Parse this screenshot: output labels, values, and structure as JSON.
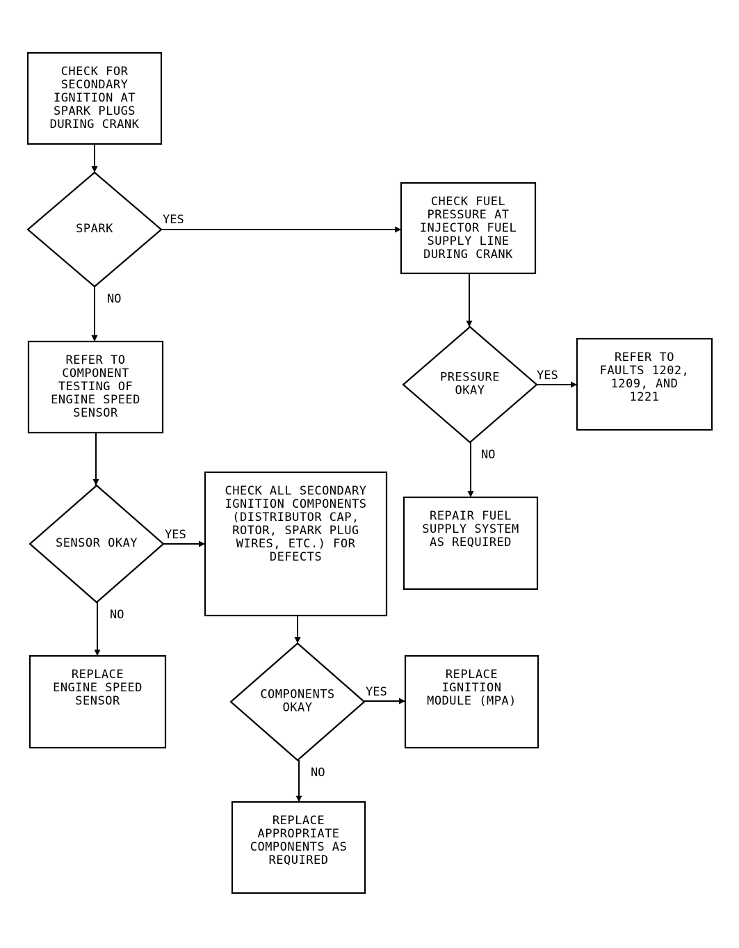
{
  "nodes": {
    "check_secondary": {
      "kind": "process",
      "lines": [
        "CHECK FOR",
        "SECONDARY",
        "IGNITION AT",
        "SPARK PLUGS",
        "DURING CRANK"
      ]
    },
    "spark": {
      "kind": "decision",
      "lines": [
        "SPARK"
      ]
    },
    "check_fuel": {
      "kind": "process",
      "lines": [
        "CHECK FUEL",
        "PRESSURE AT",
        "INJECTOR FUEL",
        "SUPPLY LINE",
        "DURING CRANK"
      ]
    },
    "refer_sensor": {
      "kind": "process",
      "lines": [
        "REFER TO",
        "COMPONENT",
        "TESTING OF",
        "ENGINE SPEED",
        "SENSOR"
      ]
    },
    "pressure_okay": {
      "kind": "decision",
      "lines": [
        "PRESSURE",
        "OKAY"
      ]
    },
    "refer_faults": {
      "kind": "process",
      "lines": [
        "REFER TO",
        "FAULTS 1202,",
        "1209, AND",
        "1221"
      ]
    },
    "sensor_okay": {
      "kind": "decision",
      "lines": [
        "SENSOR OKAY"
      ]
    },
    "check_all": {
      "kind": "process",
      "lines": [
        "CHECK ALL SECONDARY",
        "IGNITION COMPONENTS",
        "(DISTRIBUTOR CAP,",
        "ROTOR, SPARK PLUG",
        "WIRES, ETC.) FOR",
        "DEFECTS"
      ]
    },
    "repair_fuel": {
      "kind": "process",
      "lines": [
        "REPAIR FUEL",
        "SUPPLY SYSTEM",
        "AS REQUIRED"
      ]
    },
    "replace_sensor": {
      "kind": "process",
      "lines": [
        "REPLACE",
        "ENGINE SPEED",
        "SENSOR"
      ]
    },
    "components_okay": {
      "kind": "decision",
      "lines": [
        "COMPONENTS",
        "OKAY"
      ]
    },
    "replace_module": {
      "kind": "process",
      "lines": [
        "REPLACE",
        "IGNITION",
        "MODULE (MPA)"
      ]
    },
    "replace_components": {
      "kind": "process",
      "lines": [
        "REPLACE",
        "APPROPRIATE",
        "COMPONENTS AS",
        "REQUIRED"
      ]
    }
  },
  "edges": [
    {
      "from": "check_secondary",
      "to": "spark",
      "label": ""
    },
    {
      "from": "spark",
      "to": "check_fuel",
      "label": "YES"
    },
    {
      "from": "spark",
      "to": "refer_sensor",
      "label": "NO"
    },
    {
      "from": "check_fuel",
      "to": "pressure_okay",
      "label": ""
    },
    {
      "from": "pressure_okay",
      "to": "refer_faults",
      "label": "YES"
    },
    {
      "from": "pressure_okay",
      "to": "repair_fuel",
      "label": "NO"
    },
    {
      "from": "refer_sensor",
      "to": "sensor_okay",
      "label": ""
    },
    {
      "from": "sensor_okay",
      "to": "check_all",
      "label": "YES"
    },
    {
      "from": "sensor_okay",
      "to": "replace_sensor",
      "label": "NO"
    },
    {
      "from": "check_all",
      "to": "components_okay",
      "label": ""
    },
    {
      "from": "components_okay",
      "to": "replace_module",
      "label": "YES"
    },
    {
      "from": "components_okay",
      "to": "replace_components",
      "label": "NO"
    }
  ]
}
